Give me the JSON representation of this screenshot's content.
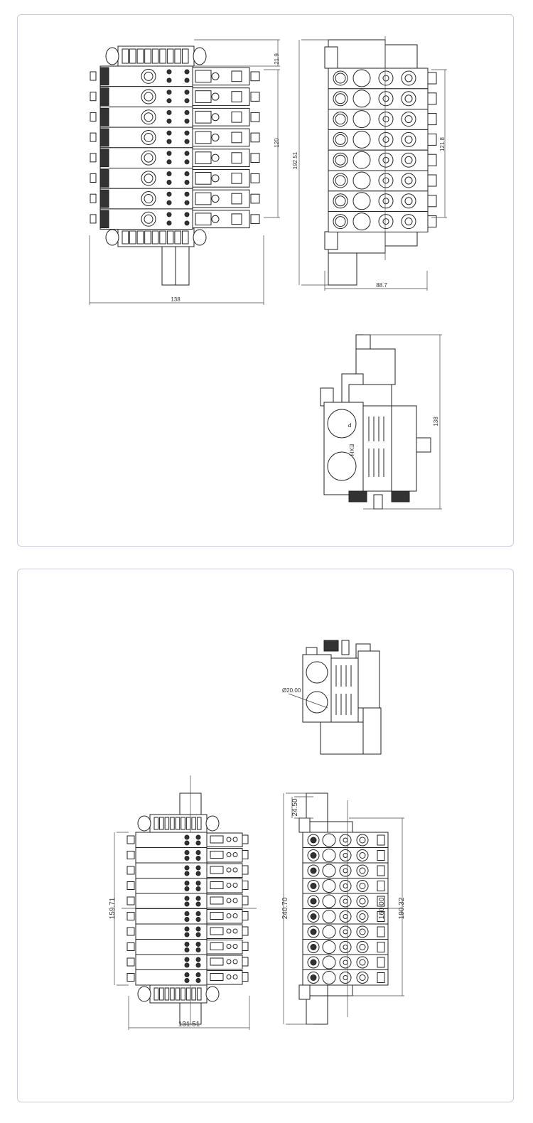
{
  "drawing_1": {
    "front_view": {
      "dims": {
        "top_offset": "21.9",
        "pitch_span": "120",
        "width": "138"
      },
      "modules": 8
    },
    "rear_view": {
      "dims": {
        "height": "192.51",
        "pitch_span": "121.8",
        "depth": "88.7"
      },
      "modules": 8
    },
    "side_view": {
      "dims": {
        "height": "138"
      },
      "port_labels": [
        "P",
        "EXH"
      ]
    }
  },
  "drawing_2": {
    "side_view": {
      "dims": {
        "port_diameter": "Ø20.00"
      }
    },
    "front_view": {
      "dims": {
        "pitch_span": "159.71",
        "width": "131.51"
      },
      "modules": 10
    },
    "rear_view": {
      "dims": {
        "top_offset": "24.50",
        "height": "240.70",
        "center_span": "160.00",
        "body_span": "190.32"
      },
      "modules": 10
    }
  },
  "colors": {
    "border": "#c9cdd9",
    "line": "#222222"
  }
}
